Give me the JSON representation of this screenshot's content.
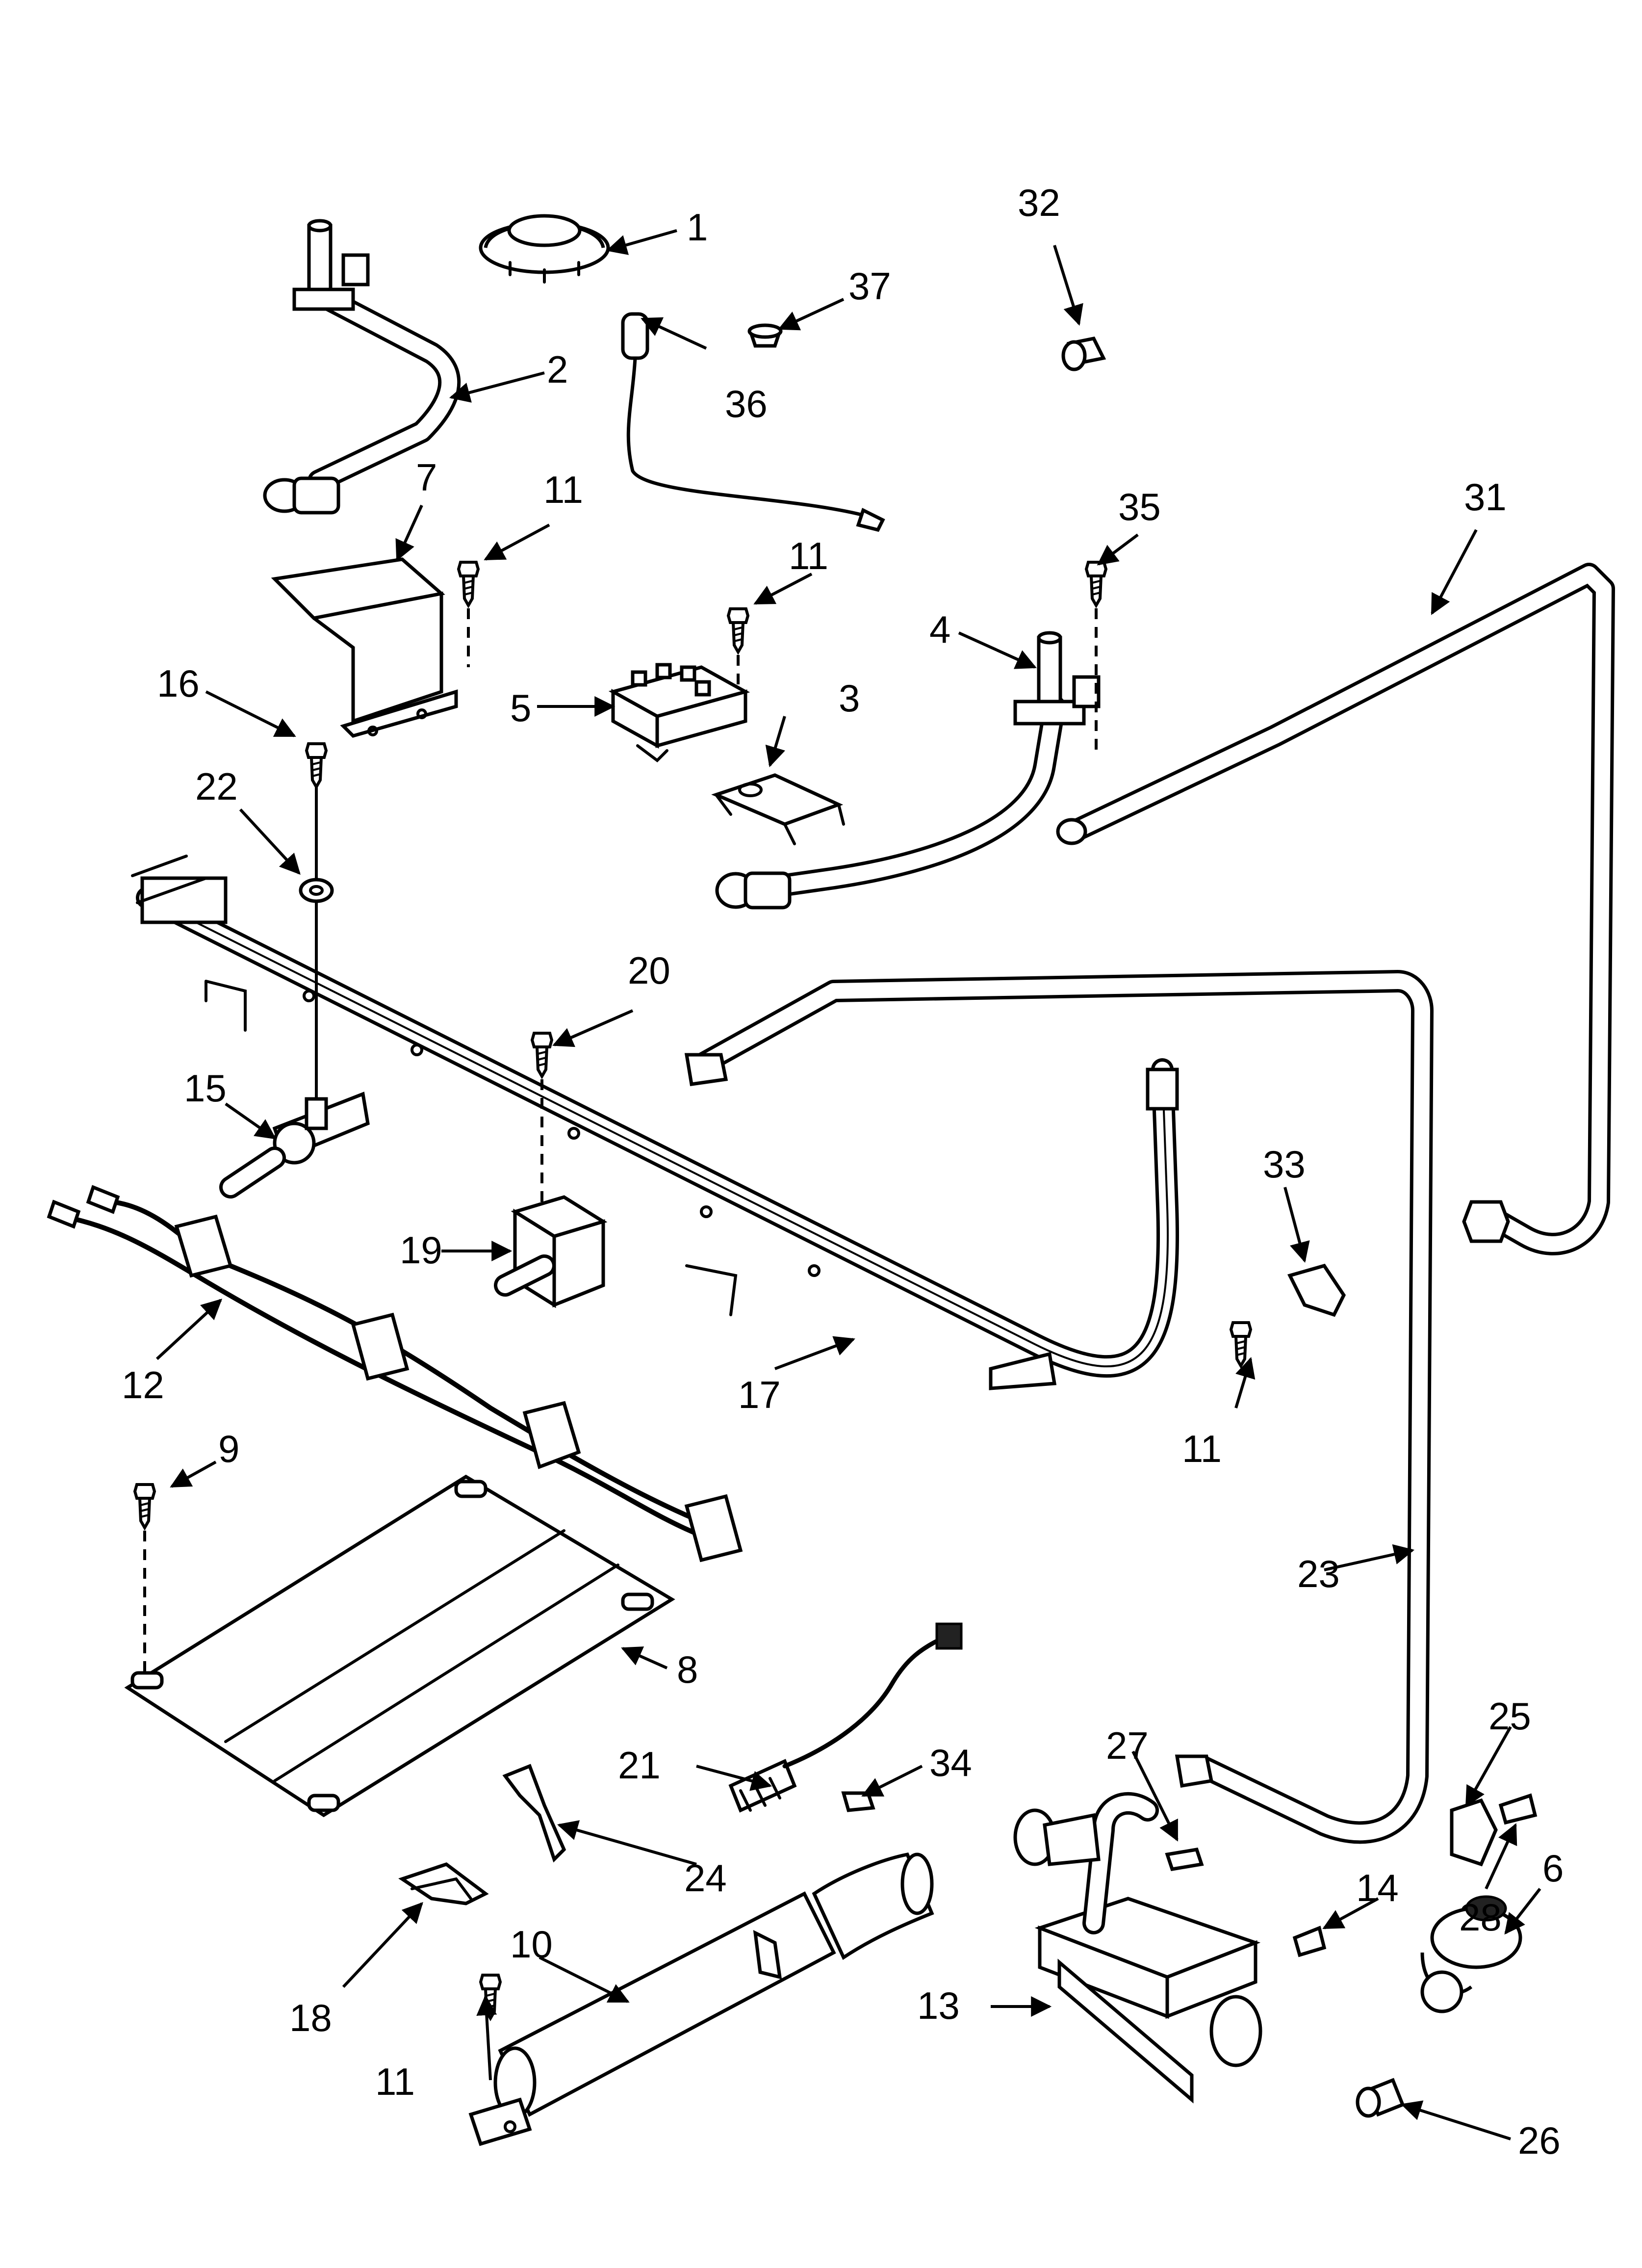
{
  "callouts": [
    {
      "id": "c1",
      "text": "1"
    },
    {
      "id": "c2",
      "text": "2"
    },
    {
      "id": "c3",
      "text": "3"
    },
    {
      "id": "c4",
      "text": "4"
    },
    {
      "id": "c5",
      "text": "5"
    },
    {
      "id": "c6",
      "text": "6"
    },
    {
      "id": "c7",
      "text": "7"
    },
    {
      "id": "c8",
      "text": "8"
    },
    {
      "id": "c9",
      "text": "9"
    },
    {
      "id": "c10",
      "text": "10"
    },
    {
      "id": "c11a",
      "text": "11"
    },
    {
      "id": "c11b",
      "text": "11"
    },
    {
      "id": "c11c",
      "text": "11"
    },
    {
      "id": "c11d",
      "text": "11"
    },
    {
      "id": "c12",
      "text": "12"
    },
    {
      "id": "c13",
      "text": "13"
    },
    {
      "id": "c14",
      "text": "14"
    },
    {
      "id": "c15",
      "text": "15"
    },
    {
      "id": "c16",
      "text": "16"
    },
    {
      "id": "c17",
      "text": "17"
    },
    {
      "id": "c18",
      "text": "18"
    },
    {
      "id": "c19",
      "text": "19"
    },
    {
      "id": "c20",
      "text": "20"
    },
    {
      "id": "c21",
      "text": "21"
    },
    {
      "id": "c22",
      "text": "22"
    },
    {
      "id": "c23",
      "text": "23"
    },
    {
      "id": "c24",
      "text": "24"
    },
    {
      "id": "c25",
      "text": "25"
    },
    {
      "id": "c26",
      "text": "26"
    },
    {
      "id": "c27",
      "text": "27"
    },
    {
      "id": "c28",
      "text": "28"
    },
    {
      "id": "c31",
      "text": "31"
    },
    {
      "id": "c32",
      "text": "32"
    },
    {
      "id": "c33",
      "text": "33"
    },
    {
      "id": "c34",
      "text": "34"
    },
    {
      "id": "c35",
      "text": "35"
    },
    {
      "id": "c36",
      "text": "36"
    },
    {
      "id": "c37",
      "text": "37"
    }
  ]
}
